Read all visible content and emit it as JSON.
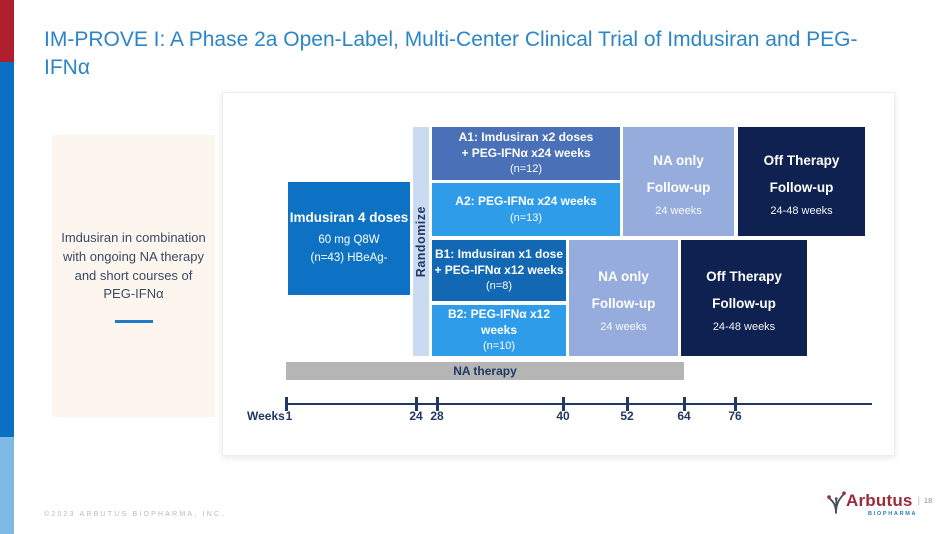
{
  "slide": {
    "title": "IM-PROVE I: A Phase 2a Open-Label, Multi-Center Clinical Trial of Imdusiran and PEG-IFNα",
    "side_note": "Imdusiran in combination with ongoing NA therapy and short courses of PEG-IFNα"
  },
  "diagram": {
    "lead_in": {
      "title": "Imdusiran 4 doses",
      "dose": "60 mg Q8W",
      "cohort": "(n=43) HBeAg-"
    },
    "randomize_label": "Randomize",
    "arms": [
      {
        "label": "A1: Imdusiran x2 doses",
        "label2": "+ PEG-IFNα x24 weeks",
        "n": "(n=12)"
      },
      {
        "label": "A2: PEG-IFNα x24 weeks",
        "n": "(n=13)"
      },
      {
        "label": "B1: Imdusiran x1 dose",
        "label2": "+ PEG-IFNα x12 weeks",
        "n": "(n=8)"
      },
      {
        "label": "B2: PEG-IFNα x12 weeks",
        "n": "(n=10)"
      }
    ],
    "na_followup": {
      "line1": "NA only",
      "line2": "Follow-up",
      "duration": "24 weeks"
    },
    "off_followup": {
      "line1": "Off Therapy",
      "line2": "Follow-up",
      "duration": "24-48 weeks"
    },
    "na_therapy_label": "NA therapy",
    "timeline": {
      "axis_label": "Weeks",
      "ticks": [
        "1",
        "24",
        "28",
        "40",
        "52",
        "64",
        "76"
      ]
    }
  },
  "footer": {
    "copyright": "©2023 ARBUTUS BIOPHARMA, INC.",
    "logo_name": "Arbutus",
    "logo_sub": "BIOPHARMA",
    "page_sep": "|",
    "page_number": "18"
  },
  "colors": {
    "title_blue": "#2b85c7",
    "accent_red": "#b01f2e",
    "accent_blue": "#0b70c4",
    "accent_light_blue": "#7fb9e6",
    "lead_box_blue": "#0e72c4",
    "arm_a1_blue": "#4a70b8",
    "arm_bright_blue": "#2e9ce9",
    "arm_b1_blue": "#1368b4",
    "randomize_bg": "#c9daf1",
    "na_followup_bg": "#95acdc",
    "off_followup_bg": "#0e2150",
    "na_therapy_gray": "#b5b5b5",
    "navy_text": "#1f3864",
    "cream_bg": "#fcf6ee"
  }
}
